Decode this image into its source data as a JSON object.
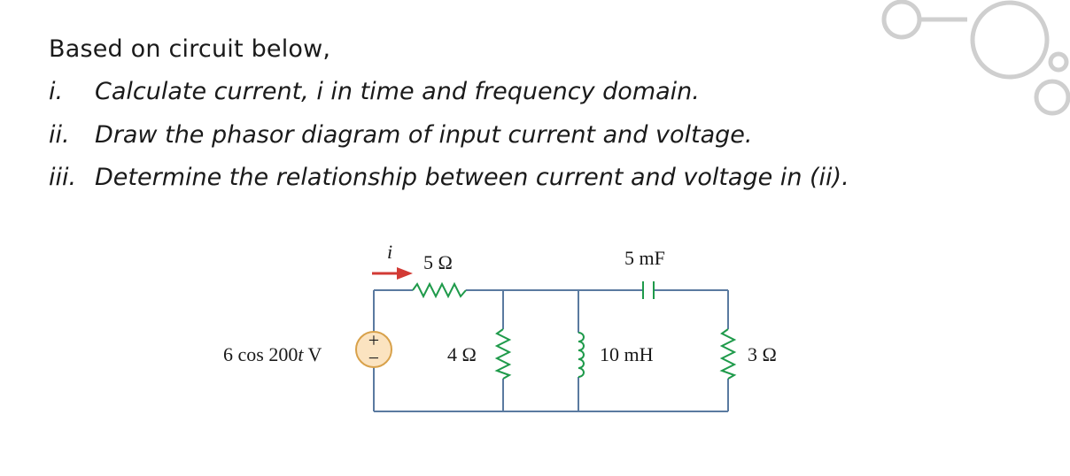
{
  "intro": "Based on circuit below,",
  "questions": [
    {
      "num": "i.",
      "text": "Calculate current, i in time and frequency domain."
    },
    {
      "num": "ii.",
      "text": "Draw the phasor diagram of input current and voltage."
    },
    {
      "num": "iii.",
      "text": "Determine the relationship between current and voltage in (ii)."
    }
  ],
  "circuit": {
    "current_label": "i",
    "r_series": "5 Ω",
    "capacitor": "5 mF",
    "source_prefix": "6 cos 200",
    "source_var": "t",
    "source_unit": " V",
    "r_shunt": "4 Ω",
    "inductor": "10 mH",
    "r_load": "3 Ω",
    "plus": "+",
    "minus": "−"
  },
  "colors": {
    "wire": "#5a7aa0",
    "resistor": "#1e9a4a",
    "inductor": "#1e9a4a",
    "arrow": "#d23a34",
    "source_fill": "#fbe3c0",
    "source_stroke": "#d8a14a",
    "logo": "#cfcfcf"
  }
}
